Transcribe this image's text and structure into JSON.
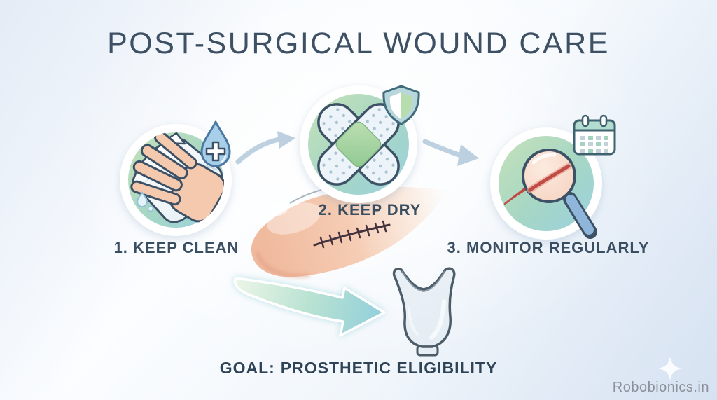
{
  "header": {
    "title": "POST-SURGICAL WOUND CARE"
  },
  "steps": [
    {
      "label": "1. KEEP CLEAN",
      "icon": "hand-wiping-with-cloth",
      "badge": "water-drop-plus"
    },
    {
      "label": "2. KEEP DRY",
      "icon": "crossed-bandages",
      "badge": "shield"
    },
    {
      "label": "3. MONITOR REGULARLY",
      "icon": "magnifier-over-scar",
      "badge": "calendar"
    }
  ],
  "goal": {
    "prefix": "GOAL:",
    "text": "PROSTHETIC ELIGIBILITY"
  },
  "watermark": {
    "text": "Robobionics.in"
  },
  "theme": {
    "title-color": "#3d5064",
    "label-color": "#3a4e62",
    "goal-color": "#2f4356",
    "watermark-color": "#8b919b",
    "outline": "#3d5166",
    "circle-green": "#c5e2b9",
    "circle-teal": "#a6d6c5",
    "circle-blue": "#9bd1e0",
    "skin": "#f5c9ad",
    "scar-red": "#bf4d45",
    "drop-blue": "#a8cfe9",
    "shield-green": "#b7dcae",
    "arrow-gray-blue": "#b3c9da",
    "big-arrow-teal": "#92cfdb",
    "socket-outline": "#4d5c69"
  }
}
